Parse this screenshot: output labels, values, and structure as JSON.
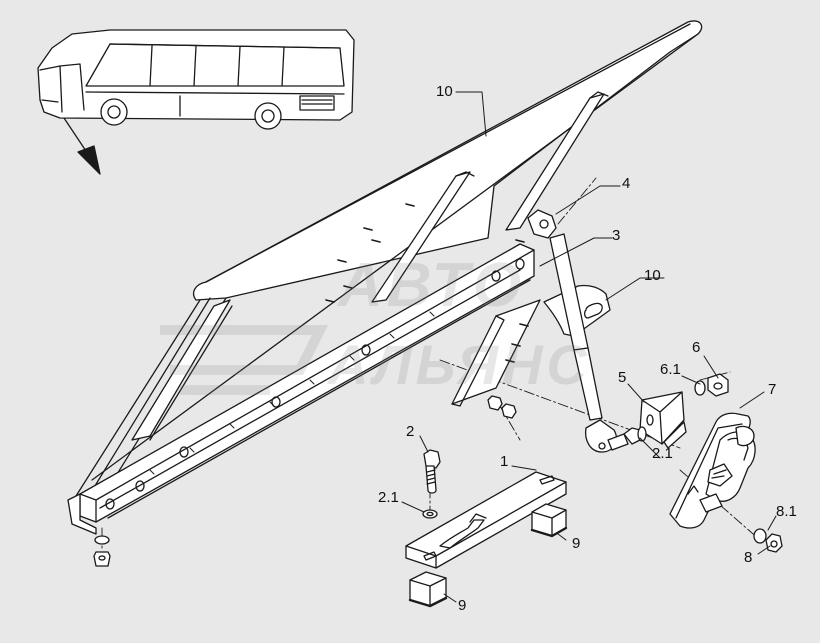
{
  "watermark": {
    "line1": "АВТО",
    "line2": "АЛЬЯНС"
  },
  "labels": {
    "l10a": "10",
    "l4": "4",
    "l3": "3",
    "l10b": "10",
    "l6": "6",
    "l61": "6.1",
    "l5": "5",
    "l7": "7",
    "l21a": "2.1",
    "l2": "2",
    "l1": "1",
    "l21b": "2.1",
    "l9a": "9",
    "l81": "8.1",
    "l8": "8",
    "l9b": "9"
  },
  "colors": {
    "background": "#e8e8e8",
    "line": "#1a1a1a",
    "fill": "#ffffff"
  }
}
